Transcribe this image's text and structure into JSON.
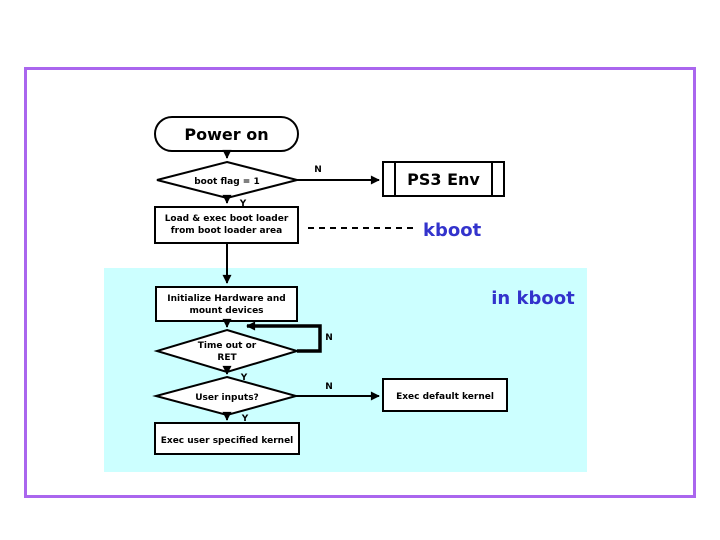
{
  "diagram": {
    "colors": {
      "frame": "#aa66ee",
      "region": "#ccffff",
      "blue_text": "#3333cc",
      "ink": "#000000"
    },
    "nodes": {
      "power_on": {
        "label": "Power on"
      },
      "boot_flag": {
        "label": "boot flag = 1"
      },
      "ps3_env": {
        "label": "PS3 Env"
      },
      "load_boot_loader": {
        "line1": "Load & exec boot loader",
        "line2": "from boot loader area"
      },
      "init_hardware": {
        "line1": "Initialize Hardware and",
        "line2": "mount devices"
      },
      "time_out": {
        "line1": "Time out or",
        "line2": "RET"
      },
      "user_inputs": {
        "label": "User inputs?"
      },
      "exec_default_kernel": {
        "label": "Exec default kernel"
      },
      "exec_user_kernel": {
        "label": "Exec user specified kernel"
      }
    },
    "annotations": {
      "kboot": "kboot",
      "in_kboot": "in kboot"
    },
    "edge_labels": {
      "boot_flag_no": "N",
      "boot_flag_yes": "Y",
      "time_out_no": "N",
      "time_out_yes": "Y",
      "user_inputs_no": "N",
      "user_inputs_yes": "Y"
    }
  }
}
